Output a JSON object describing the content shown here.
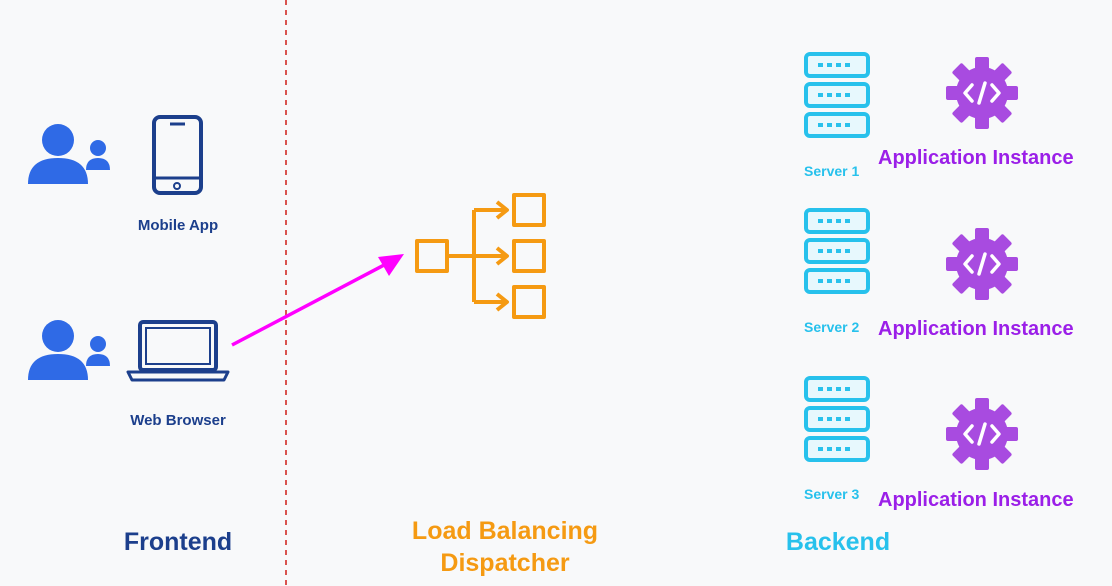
{
  "frontend": {
    "title": "Frontend",
    "clients": [
      {
        "label": "Mobile App",
        "icon": "smartphone-icon"
      },
      {
        "label": "Web Browser",
        "icon": "laptop-icon"
      }
    ]
  },
  "load_balancer": {
    "title_line1": "Load Balancing",
    "title_line2": "Dispatcher",
    "icon": "load-balancer-icon"
  },
  "backend": {
    "title": "Backend",
    "servers": [
      {
        "server_label": "Server 1",
        "app_label": "Application Instance"
      },
      {
        "server_label": "Server 2",
        "app_label": "Application Instance"
      },
      {
        "server_label": "Server 3",
        "app_label": "Application Instance"
      }
    ]
  },
  "colors": {
    "user_blue": "#2f6ae6",
    "device_navy": "#1c3f8c",
    "balancer_orange": "#f59a12",
    "server_cyan": "#27c1ec",
    "app_purple": "#a84be0",
    "arrow_magenta": "#ff00ff",
    "divider_red": "#d9534f"
  }
}
